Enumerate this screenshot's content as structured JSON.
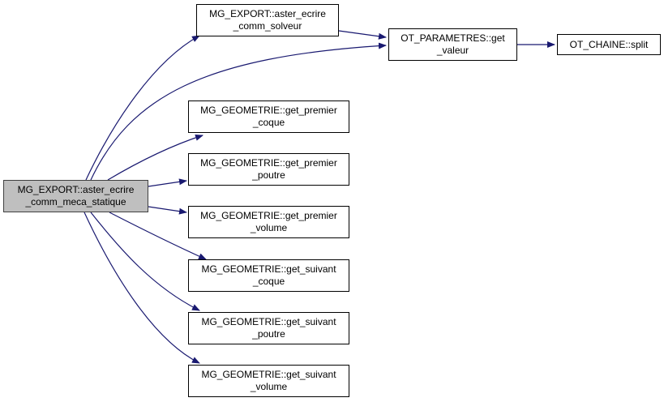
{
  "diagram": {
    "type": "call-graph",
    "edge_color": "#191970",
    "root_fill": "#bfbfbf",
    "nodes": [
      {
        "id": "root",
        "line1": "MG_EXPORT::aster_ecrire",
        "line2": "_comm_meca_statique",
        "root": true
      },
      {
        "id": "solveur",
        "line1": "MG_EXPORT::aster_ecrire",
        "line2": "_comm_solveur"
      },
      {
        "id": "get_valeur",
        "line1": "OT_PARAMETRES::get",
        "line2": "_valeur"
      },
      {
        "id": "split",
        "line1": "OT_CHAINE::split",
        "line2": ""
      },
      {
        "id": "premier_coque",
        "line1": "MG_GEOMETRIE::get_premier",
        "line2": "_coque"
      },
      {
        "id": "premier_poutre",
        "line1": "MG_GEOMETRIE::get_premier",
        "line2": "_poutre"
      },
      {
        "id": "premier_volume",
        "line1": "MG_GEOMETRIE::get_premier",
        "line2": "_volume"
      },
      {
        "id": "suivant_coque",
        "line1": "MG_GEOMETRIE::get_suivant",
        "line2": "_coque"
      },
      {
        "id": "suivant_poutre",
        "line1": "MG_GEOMETRIE::get_suivant",
        "line2": "_poutre"
      },
      {
        "id": "suivant_volume",
        "line1": "MG_GEOMETRIE::get_suivant",
        "line2": "_volume"
      }
    ],
    "edges": [
      {
        "from": "root",
        "to": "solveur"
      },
      {
        "from": "root",
        "to": "get_valeur"
      },
      {
        "from": "solveur",
        "to": "get_valeur"
      },
      {
        "from": "get_valeur",
        "to": "split"
      },
      {
        "from": "root",
        "to": "premier_coque"
      },
      {
        "from": "root",
        "to": "premier_poutre"
      },
      {
        "from": "root",
        "to": "premier_volume"
      },
      {
        "from": "root",
        "to": "suivant_coque"
      },
      {
        "from": "root",
        "to": "suivant_poutre"
      },
      {
        "from": "root",
        "to": "suivant_volume"
      }
    ]
  }
}
